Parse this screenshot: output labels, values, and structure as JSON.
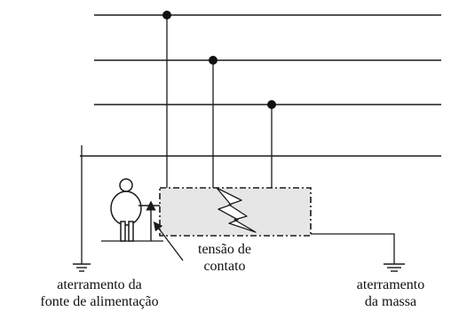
{
  "labels": {
    "source_grounding": [
      "aterramento da",
      "fonte de alimentação"
    ],
    "contact_voltage": [
      "tensão de",
      "contato"
    ],
    "mass_grounding": [
      "aterramento",
      "da massa"
    ]
  },
  "icons": [
    "ground-symbol-icon",
    "lightning-icon",
    "person-icon"
  ],
  "colors": {
    "line": "#1a1a1a",
    "enclosure_fill": "#e6e6e6",
    "background": "#ffffff"
  }
}
